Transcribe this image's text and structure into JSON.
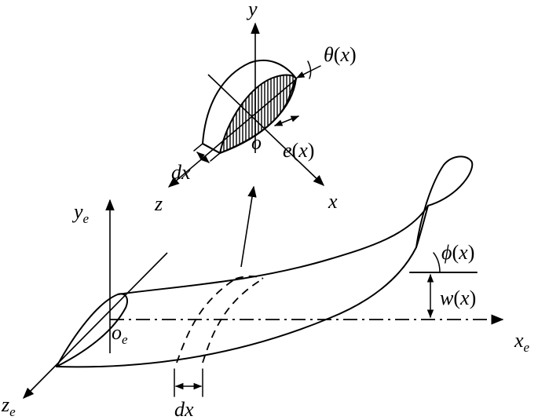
{
  "labels": {
    "y": "y",
    "theta": "θ",
    "theta_arg": "x",
    "o": "o",
    "e": "e",
    "e_arg": "x",
    "dx_top": "dx",
    "z": "z",
    "x": "x",
    "ye_main": "y",
    "ye_sub": "e",
    "phi": "ϕ",
    "phi_arg": "x",
    "w": "w",
    "w_arg": "x",
    "oe_main": "o",
    "oe_sub": "e",
    "xe_main": "x",
    "xe_sub": "e",
    "ze_main": "z",
    "ze_sub": "e",
    "dx_bottom": "dx"
  }
}
